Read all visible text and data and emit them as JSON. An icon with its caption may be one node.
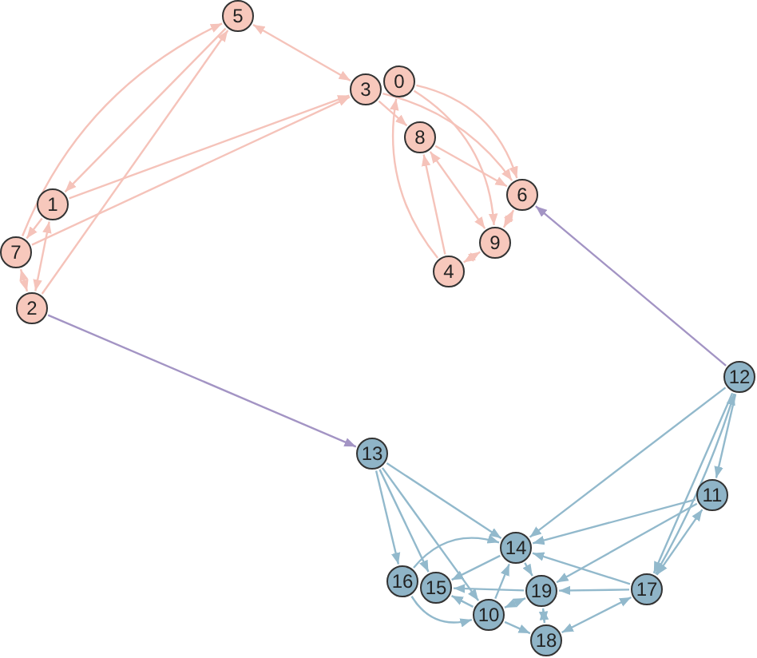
{
  "diagram": {
    "nodes": [
      {
        "text": [
          "0"
        ]
      },
      {
        "text": [
          "1"
        ]
      },
      {
        "text": [
          "2"
        ]
      },
      {
        "text": [
          "3"
        ]
      },
      {
        "text": [
          "4"
        ]
      },
      {
        "text": [
          "5"
        ]
      },
      {
        "text": [
          "6"
        ]
      },
      {
        "text": [
          "7"
        ]
      },
      {
        "text": [
          "8"
        ]
      },
      {
        "text": [
          "9"
        ]
      },
      {
        "text": [
          "10"
        ]
      },
      {
        "text": [
          "11"
        ]
      },
      {
        "text": [
          "12"
        ]
      },
      {
        "text": [
          "13"
        ]
      },
      {
        "text": [
          "14"
        ]
      },
      {
        "text": [
          "15"
        ]
      },
      {
        "text": [
          "16"
        ]
      },
      {
        "text": [
          "17"
        ]
      },
      {
        "text": [
          "18"
        ]
      },
      {
        "text": [
          "19"
        ]
      }
    ],
    "edges": [
      {
        "from": 5,
        "to": 3,
        "arrow": "both",
        "color": "#f5c3ba"
      },
      {
        "from": 5,
        "to": 1,
        "arrow": "to",
        "color": "#f5c3ba"
      },
      {
        "from": 7,
        "to": 5,
        "arrow": "to",
        "color": "#f5c3ba"
      },
      {
        "from": 2,
        "to": 5,
        "arrow": "to",
        "color": "#f5c3ba"
      },
      {
        "from": 1,
        "to": 3,
        "arrow": "to",
        "color": "#f5c3ba"
      },
      {
        "from": 7,
        "to": 3,
        "arrow": "to",
        "color": "#f5c3ba"
      },
      {
        "from": 1,
        "to": 7,
        "arrow": "to",
        "color": "#f5c3ba"
      },
      {
        "from": 7,
        "to": 2,
        "arrow": "both",
        "color": "#f5c3ba"
      },
      {
        "from": 1,
        "to": 2,
        "arrow": "both",
        "color": "#f5c3ba"
      },
      {
        "from": 3,
        "to": 8,
        "arrow": "to",
        "color": "#f5c3ba"
      },
      {
        "from": 0,
        "to": 6,
        "arrow": "to",
        "color": "#f5c3ba"
      },
      {
        "from": 3,
        "to": 6,
        "arrow": "to",
        "color": "#f5c3ba"
      },
      {
        "from": 8,
        "to": 6,
        "arrow": "to",
        "color": "#f5c3ba"
      },
      {
        "from": 0,
        "to": 9,
        "arrow": "to",
        "color": "#f5c3ba"
      },
      {
        "from": 4,
        "to": 0,
        "arrow": "to",
        "color": "#f5c3ba"
      },
      {
        "from": 4,
        "to": 8,
        "arrow": "to",
        "color": "#f5c3ba"
      },
      {
        "from": 8,
        "to": 9,
        "arrow": "both",
        "color": "#f5c3ba"
      },
      {
        "from": 4,
        "to": 9,
        "arrow": "both",
        "color": "#f5c3ba"
      },
      {
        "from": 9,
        "to": 6,
        "arrow": "both",
        "color": "#f5c3ba"
      },
      {
        "from": 12,
        "to": 6,
        "arrow": "to",
        "color": "#a394c4"
      },
      {
        "from": 2,
        "to": 13,
        "arrow": "to",
        "color": "#a394c4"
      },
      {
        "from": 12,
        "to": 14,
        "arrow": "to"
      },
      {
        "from": 12,
        "to": 17,
        "arrow": "to"
      },
      {
        "from": 17,
        "to": 12,
        "arrow": "to"
      },
      {
        "from": 12,
        "to": 11,
        "arrow": "to"
      },
      {
        "from": 11,
        "to": 17,
        "arrow": "both"
      },
      {
        "from": 11,
        "to": 14,
        "arrow": "to"
      },
      {
        "from": 11,
        "to": 19,
        "arrow": "to"
      },
      {
        "from": 13,
        "to": 14,
        "arrow": "to"
      },
      {
        "from": 13,
        "to": 16,
        "arrow": "to"
      },
      {
        "from": 13,
        "to": 15,
        "arrow": "to"
      },
      {
        "from": 13,
        "to": 10,
        "arrow": "to"
      },
      {
        "from": 16,
        "to": 14,
        "arrow": "to"
      },
      {
        "from": 16,
        "to": 10,
        "arrow": "to"
      },
      {
        "from": 14,
        "to": 15,
        "arrow": "to"
      },
      {
        "from": 19,
        "to": 15,
        "arrow": "to"
      },
      {
        "from": 10,
        "to": 15,
        "arrow": "to"
      },
      {
        "from": 10,
        "to": 14,
        "arrow": "to"
      },
      {
        "from": 19,
        "to": 10,
        "arrow": "both"
      },
      {
        "from": 14,
        "to": 19,
        "arrow": "to"
      },
      {
        "from": 17,
        "to": 14,
        "arrow": "to"
      },
      {
        "from": 17,
        "to": 19,
        "arrow": "to"
      },
      {
        "from": 19,
        "to": 18,
        "arrow": "both"
      },
      {
        "from": 10,
        "to": 18,
        "arrow": "to"
      },
      {
        "from": 17,
        "to": 18,
        "arrow": "both"
      }
    ]
  }
}
